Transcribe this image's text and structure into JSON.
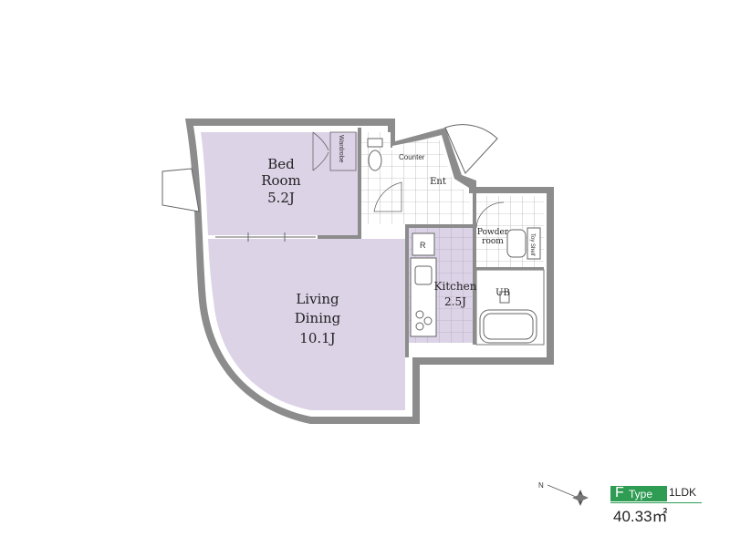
{
  "rooms": {
    "bedroom": {
      "line1": "Bed",
      "line2": "Room",
      "size": "5.2J"
    },
    "living": {
      "line1": "Living",
      "line2": "Dining",
      "size": "10.1J"
    },
    "kitchen": {
      "line1": "Kitchen",
      "size": "2.5J"
    },
    "entrance": "Ent",
    "powder_room": {
      "line1": "Powder",
      "line2": "room"
    },
    "unit_bath": "UB"
  },
  "fixtures": {
    "counter": "Counter",
    "wardrobe": "Wardrobe",
    "toy_shelf": "Toy Shelf",
    "refrigerator": "R"
  },
  "unit_info": {
    "type_letter": "F",
    "type_word": "Type",
    "layout": "1LDK",
    "area": "40.33㎡"
  },
  "compass": {
    "north_label": "N"
  },
  "colors": {
    "room_fill": "#dcd3e7",
    "tile_fill": "#ffffff",
    "wall": "#8c8c8c",
    "accent": "#2e9c53"
  }
}
